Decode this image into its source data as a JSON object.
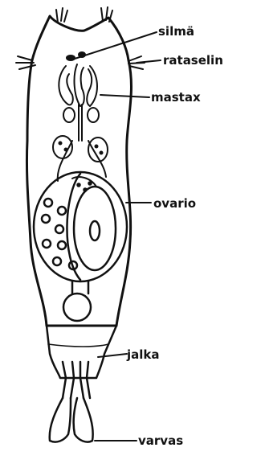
{
  "diagram": {
    "subject": "rotifer anatomy",
    "labels": {
      "eye": "silmä",
      "corona": "rataselin",
      "mastax": "mastax",
      "ovary": "ovario",
      "foot": "jalka",
      "toe": "varvas"
    },
    "colors": {
      "ink": "#111111",
      "paper": "#ffffff"
    }
  }
}
